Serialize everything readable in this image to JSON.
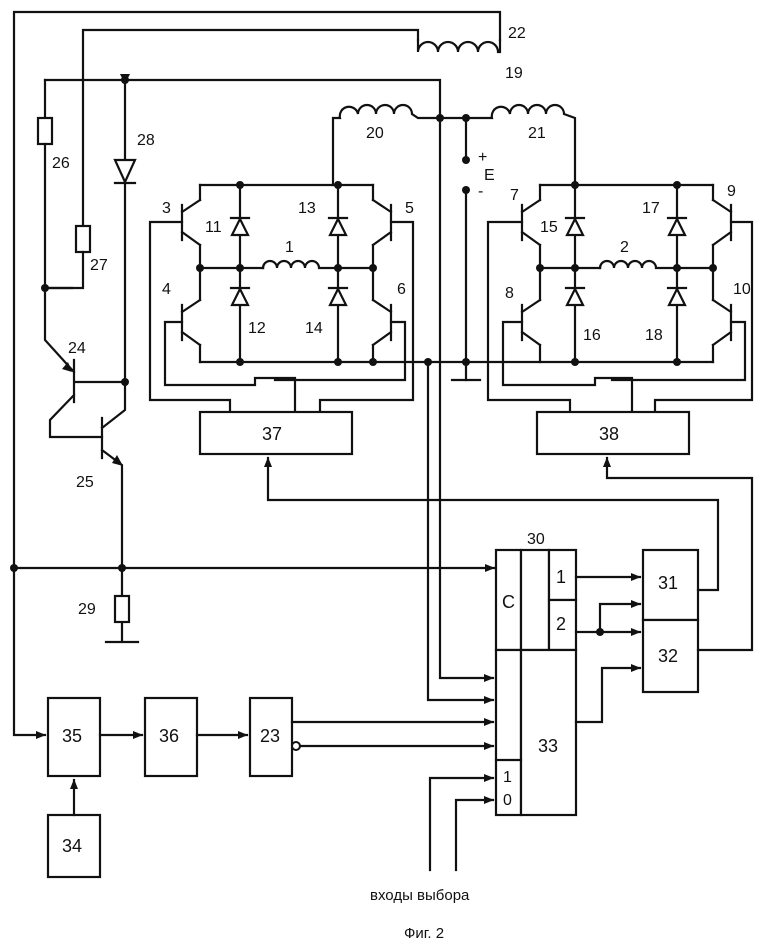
{
  "figure": {
    "caption": "Фиг. 2",
    "inputs_label": "входы выбора",
    "supply_label": "E",
    "plus": "+",
    "minus": "-"
  },
  "inductors": [
    "1",
    "2",
    "19",
    "20",
    "21",
    "22"
  ],
  "transistors": [
    "3",
    "4",
    "5",
    "6",
    "7",
    "8",
    "9",
    "10",
    "24",
    "25"
  ],
  "diodes": [
    "11",
    "12",
    "13",
    "14",
    "15",
    "16",
    "17",
    "18",
    "28"
  ],
  "resistors": [
    "26",
    "27",
    "29"
  ],
  "blocks": {
    "b37": "37",
    "b38": "38",
    "b30": "30",
    "b30c": "C",
    "b30q1": "1",
    "b30q2": "2",
    "b31": "31",
    "b32": "32",
    "b33": "33",
    "b33i1": "1",
    "b33i0": "0",
    "b35": "35",
    "b36": "36",
    "b23": "23",
    "b34": "34"
  }
}
